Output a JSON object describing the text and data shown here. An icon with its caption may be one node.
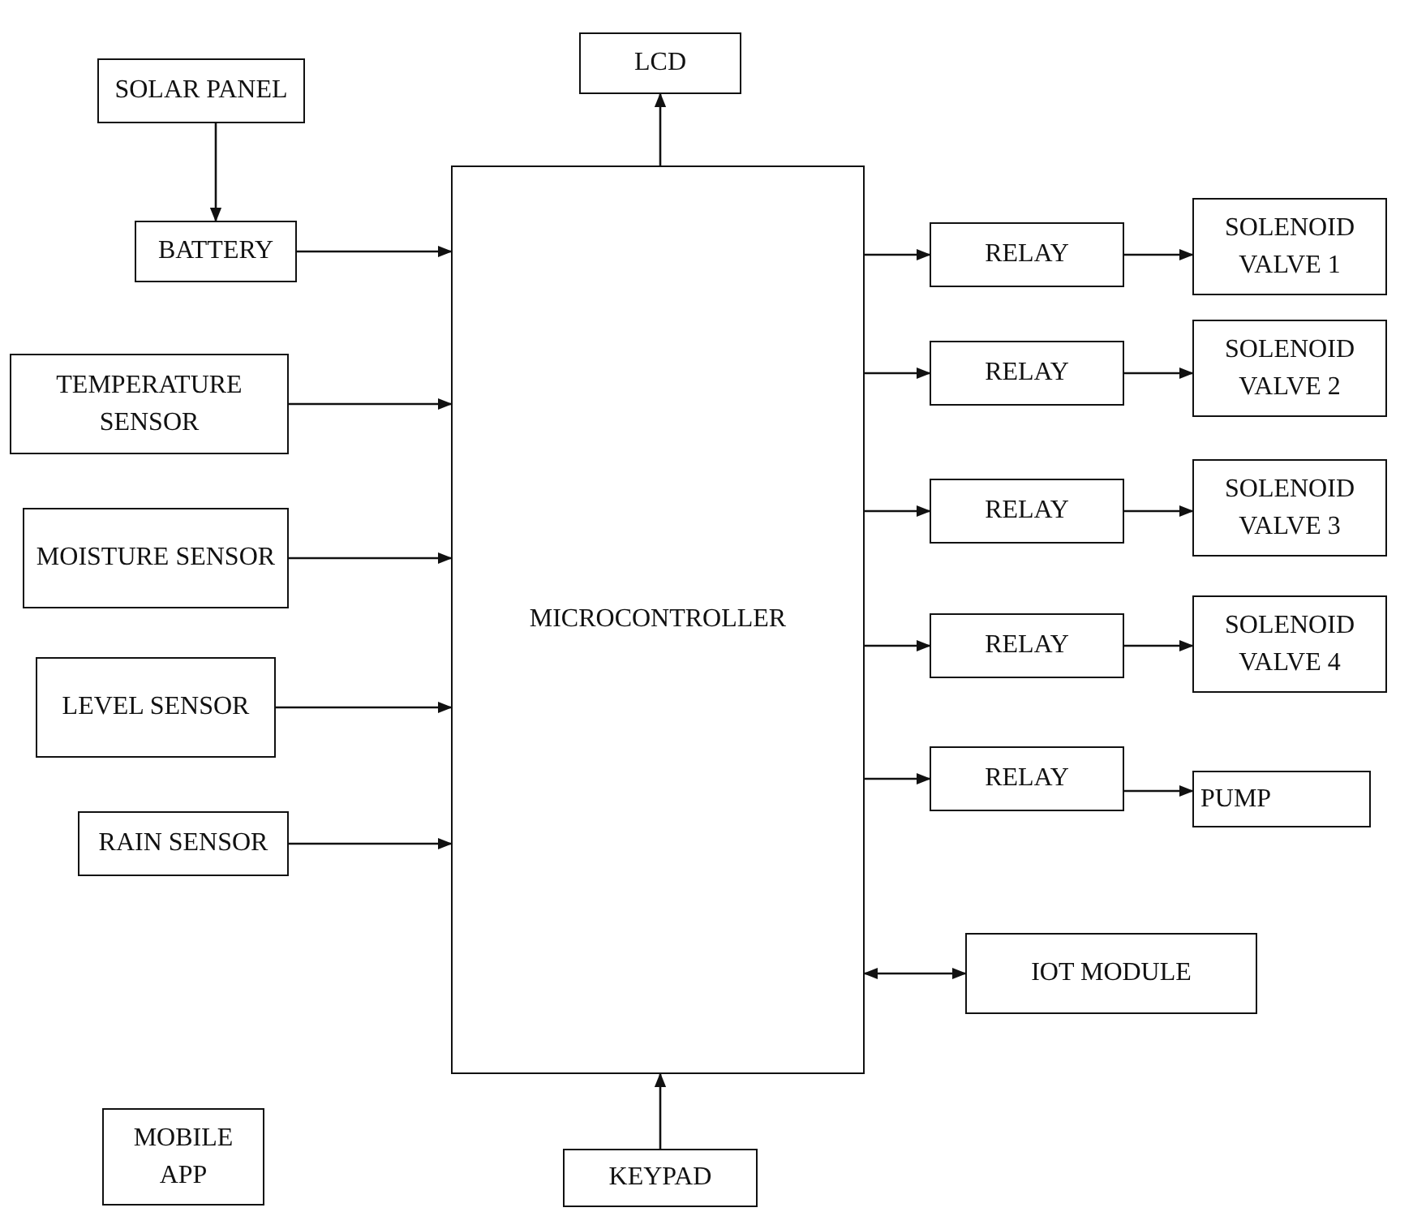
{
  "diagram": {
    "nodes": [
      {
        "text": [
          "SOLAR PANEL"
        ]
      },
      {
        "text": [
          "LCD"
        ]
      },
      {
        "text": [
          "BATTERY"
        ]
      },
      {
        "text": [
          "MICROCONTROLLER"
        ]
      },
      {
        "text": [
          "TEMPERATURE SENSOR"
        ]
      },
      {
        "text": [
          "MOISTURE SENSOR"
        ]
      },
      {
        "text": [
          "LEVEL SENSOR"
        ]
      },
      {
        "text": [
          "RAIN SENSOR"
        ]
      },
      {
        "text": [
          "RELAY"
        ]
      },
      {
        "text": [
          "SOLENOID VALVE 1"
        ]
      },
      {
        "text": [
          "RELAY"
        ]
      },
      {
        "text": [
          "SOLENOID VALVE 2"
        ]
      },
      {
        "text": [
          "RELAY"
        ]
      },
      {
        "text": [
          "SOLENOID VALVE 3"
        ]
      },
      {
        "text": [
          "RELAY"
        ]
      },
      {
        "text": [
          "SOLENOID VALVE 4"
        ]
      },
      {
        "text": [
          "RELAY"
        ]
      },
      {
        "text": [
          "PUMP"
        ]
      },
      {
        "text": [
          "IOT MODULE"
        ]
      },
      {
        "text": [
          "MOBILE APP"
        ]
      },
      {
        "text": [
          "KEYPAD"
        ]
      }
    ],
    "edges": [
      {
        "from": 0,
        "to": 2,
        "arrow": "to"
      },
      {
        "from": 3,
        "to": 1,
        "arrow": "to"
      },
      {
        "from": 2,
        "to": 3,
        "arrow": "to"
      },
      {
        "from": 4,
        "to": 3,
        "arrow": "to"
      },
      {
        "from": 5,
        "to": 3,
        "arrow": "to"
      },
      {
        "from": 6,
        "to": 3,
        "arrow": "to"
      },
      {
        "from": 7,
        "to": 3,
        "arrow": "to"
      },
      {
        "from": 3,
        "to": 8,
        "arrow": "to"
      },
      {
        "from": 8,
        "to": 9,
        "arrow": "to"
      },
      {
        "from": 3,
        "to": 10,
        "arrow": "to"
      },
      {
        "from": 10,
        "to": 11,
        "arrow": "to"
      },
      {
        "from": 3,
        "to": 12,
        "arrow": "to"
      },
      {
        "from": 12,
        "to": 13,
        "arrow": "to"
      },
      {
        "from": 3,
        "to": 14,
        "arrow": "to"
      },
      {
        "from": 14,
        "to": 15,
        "arrow": "to"
      },
      {
        "from": 3,
        "to": 16,
        "arrow": "to"
      },
      {
        "from": 16,
        "to": 17,
        "arrow": "to"
      },
      {
        "from": 3,
        "to": 18,
        "arrow": "both"
      },
      {
        "from": 20,
        "to": 3,
        "arrow": "to"
      }
    ]
  }
}
